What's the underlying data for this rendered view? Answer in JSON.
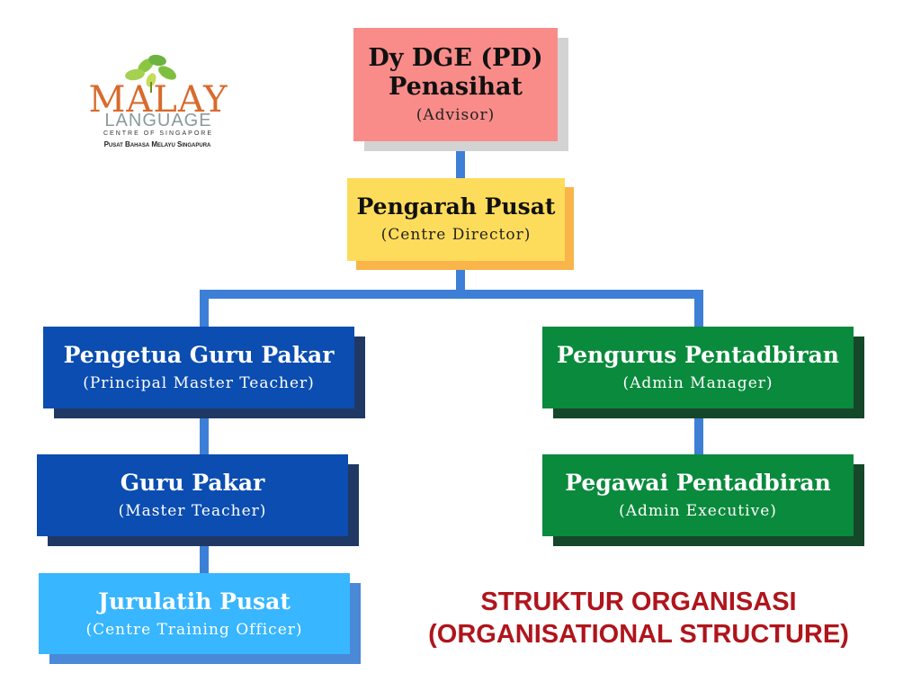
{
  "logo": {
    "word": "MALAY",
    "line2": "LANGUAGE",
    "line3": "CENTRE OF SINGAPORE",
    "tagline": "Pusat Bahasa Melayu Singapura"
  },
  "nodes": {
    "advisor": {
      "main1": "Dy DGE (PD)",
      "main2": "Penasihat",
      "sub": "(Advisor)"
    },
    "director": {
      "main": "Pengarah Pusat",
      "sub": "(Centre Director)"
    },
    "principal": {
      "main": "Pengetua Guru Pakar",
      "sub": "(Principal Master Teacher)"
    },
    "master": {
      "main": "Guru Pakar",
      "sub": "(Master Teacher)"
    },
    "trainer": {
      "main": "Jurulatih Pusat",
      "sub": "(Centre Training Officer)"
    },
    "admin_manager": {
      "main": "Pengurus Pentadbiran",
      "sub": "(Admin Manager)"
    },
    "admin_exec": {
      "main": "Pegawai Pentadbiran",
      "sub": "(Admin Executive)"
    }
  },
  "title": {
    "line1": "STRUKTUR ORGANISASI",
    "line2": "(ORGANISATIONAL STRUCTURE)"
  },
  "colors": {
    "advisor": "#f98c89",
    "director": "#fedc5b",
    "dark_blue": "#0b4db0",
    "light_blue": "#38b6ff",
    "green": "#0a8a3c",
    "connector": "#3d7fd6",
    "title": "#b0151c"
  }
}
